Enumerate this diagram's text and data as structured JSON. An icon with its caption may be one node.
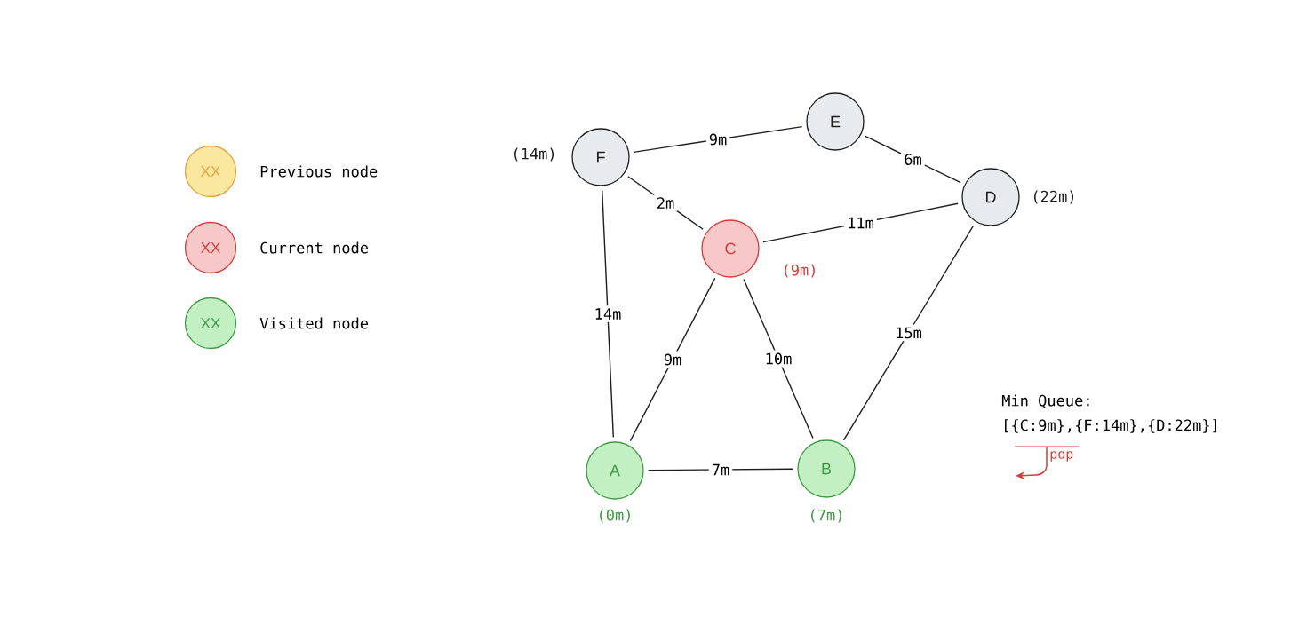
{
  "diagram": {
    "nodes": [
      {
        "text": [
          "E"
        ]
      },
      {
        "text": [
          "F"
        ],
        "beside": [
          "(14m)"
        ]
      },
      {
        "text": [
          "D"
        ],
        "beside": [
          "(22m)"
        ]
      },
      {
        "text": [
          "C"
        ],
        "beside": [
          "(9m)"
        ]
      },
      {
        "text": [
          "A"
        ],
        "beside": [
          "(0m)"
        ]
      },
      {
        "text": [
          "B"
        ],
        "beside": [
          "(7m)"
        ]
      }
    ],
    "edges": [
      {
        "from": 1,
        "to": 0,
        "arrow": "none",
        "label": "9m"
      },
      {
        "from": 0,
        "to": 2,
        "arrow": "none",
        "label": "6m"
      },
      {
        "from": 1,
        "to": 3,
        "arrow": "none",
        "label": "2m"
      },
      {
        "from": 3,
        "to": 2,
        "arrow": "none",
        "label": "11m"
      },
      {
        "from": 1,
        "to": 4,
        "arrow": "none",
        "label": "14m"
      },
      {
        "from": 3,
        "to": 4,
        "arrow": "none",
        "label": "9m"
      },
      {
        "from": 3,
        "to": 5,
        "arrow": "none",
        "label": "10m"
      },
      {
        "from": 2,
        "to": 5,
        "arrow": "none",
        "label": "15m"
      },
      {
        "from": 4,
        "to": 5,
        "arrow": "none",
        "label": "7m"
      }
    ],
    "labels": [
      "XX",
      "XX",
      "XX",
      "Min Queue:",
      "[{C:9m},{F:14m},{D:22m}]",
      "pop"
    ],
    "legend": [
      {
        "text": "Previous node",
        "color": "#fbe8a0"
      },
      {
        "text": "Current node",
        "color": "#f8c8c8"
      },
      {
        "text": "Visited node",
        "color": "#c2f0c2"
      }
    ]
  }
}
